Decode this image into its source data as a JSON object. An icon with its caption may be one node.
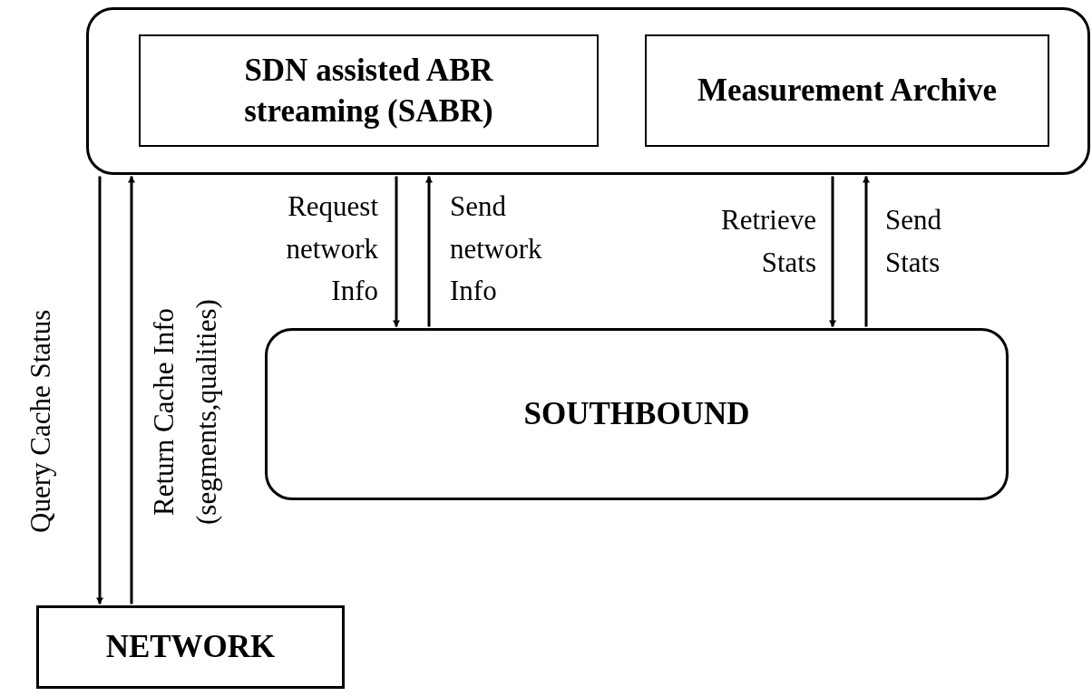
{
  "diagram": {
    "nodes": [
      {
        "text": [],
        "shape": "box"
      },
      {
        "text": [
          "SDN assisted ABR streaming (SABR)"
        ],
        "in": 0
      },
      {
        "text": [
          "Measurement Archive"
        ],
        "in": 0
      },
      {
        "text": [
          "SOUTHBOUND"
        ]
      },
      {
        "text": [
          "NETWORK"
        ]
      }
    ],
    "edges": [
      {
        "from": 0,
        "to": 4,
        "arrow": "to",
        "label": "Query Cache Status"
      },
      {
        "from": 4,
        "to": 0,
        "arrow": "to",
        "label": "Return Cache Info (segments,qualities)"
      },
      {
        "from": 0,
        "to": 3,
        "arrow": "to",
        "label": "Request network Info"
      },
      {
        "from": 3,
        "to": 0,
        "arrow": "to",
        "label": "Send network Info"
      },
      {
        "from": 0,
        "to": 3,
        "arrow": "to",
        "label": "Retrieve Stats"
      },
      {
        "from": 3,
        "to": 0,
        "arrow": "to",
        "label": "Send Stats"
      }
    ]
  }
}
